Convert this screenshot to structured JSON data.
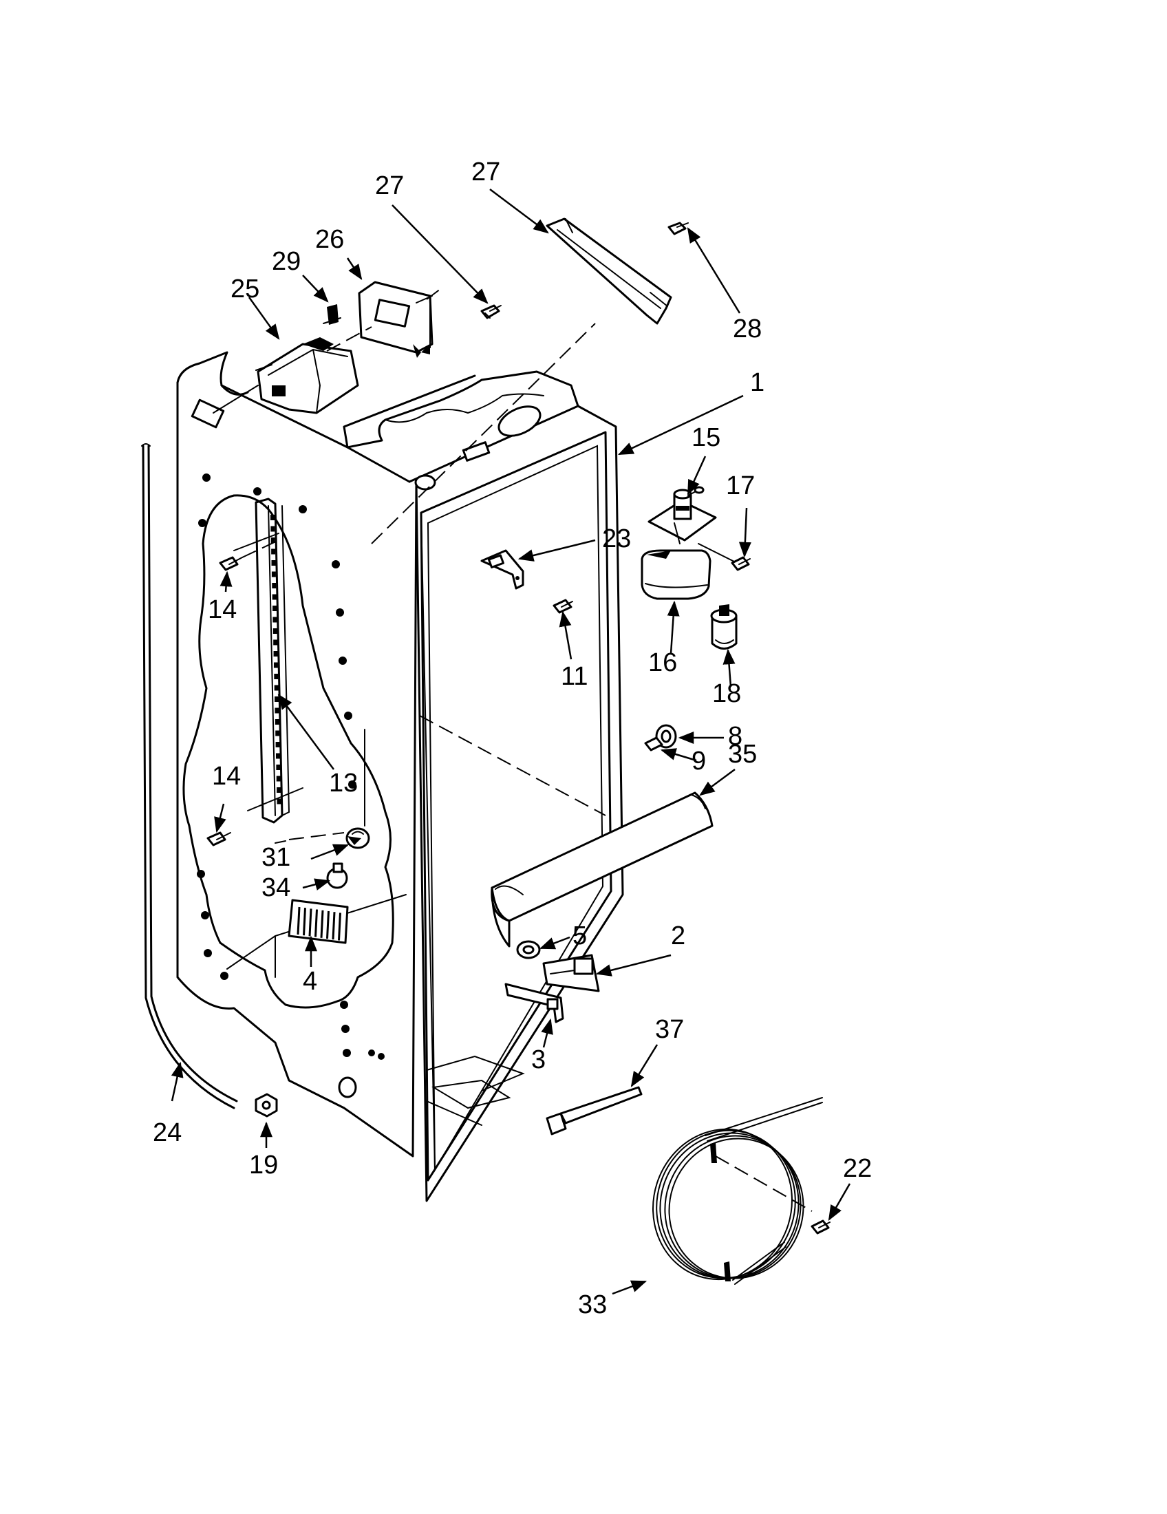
{
  "callouts": [
    {
      "id": "c1",
      "label": "1"
    },
    {
      "id": "c2",
      "label": "2"
    },
    {
      "id": "c3",
      "label": "3"
    },
    {
      "id": "c4",
      "label": "4"
    },
    {
      "id": "c5",
      "label": "5"
    },
    {
      "id": "c8",
      "label": "8"
    },
    {
      "id": "c9",
      "label": "9"
    },
    {
      "id": "c11",
      "label": "11"
    },
    {
      "id": "c13",
      "label": "13"
    },
    {
      "id": "c14a",
      "label": "14"
    },
    {
      "id": "c14b",
      "label": "14"
    },
    {
      "id": "c15",
      "label": "15"
    },
    {
      "id": "c16",
      "label": "16"
    },
    {
      "id": "c17",
      "label": "17"
    },
    {
      "id": "c18",
      "label": "18"
    },
    {
      "id": "c19",
      "label": "19"
    },
    {
      "id": "c22",
      "label": "22"
    },
    {
      "id": "c23",
      "label": "23"
    },
    {
      "id": "c24",
      "label": "24"
    },
    {
      "id": "c25",
      "label": "25"
    },
    {
      "id": "c26",
      "label": "26"
    },
    {
      "id": "c27a",
      "label": "27"
    },
    {
      "id": "c27b",
      "label": "27"
    },
    {
      "id": "c28",
      "label": "28"
    },
    {
      "id": "c29",
      "label": "29"
    },
    {
      "id": "c31",
      "label": "31"
    },
    {
      "id": "c33",
      "label": "33"
    },
    {
      "id": "c34",
      "label": "34"
    },
    {
      "id": "c35",
      "label": "35"
    },
    {
      "id": "c37",
      "label": "37"
    }
  ]
}
